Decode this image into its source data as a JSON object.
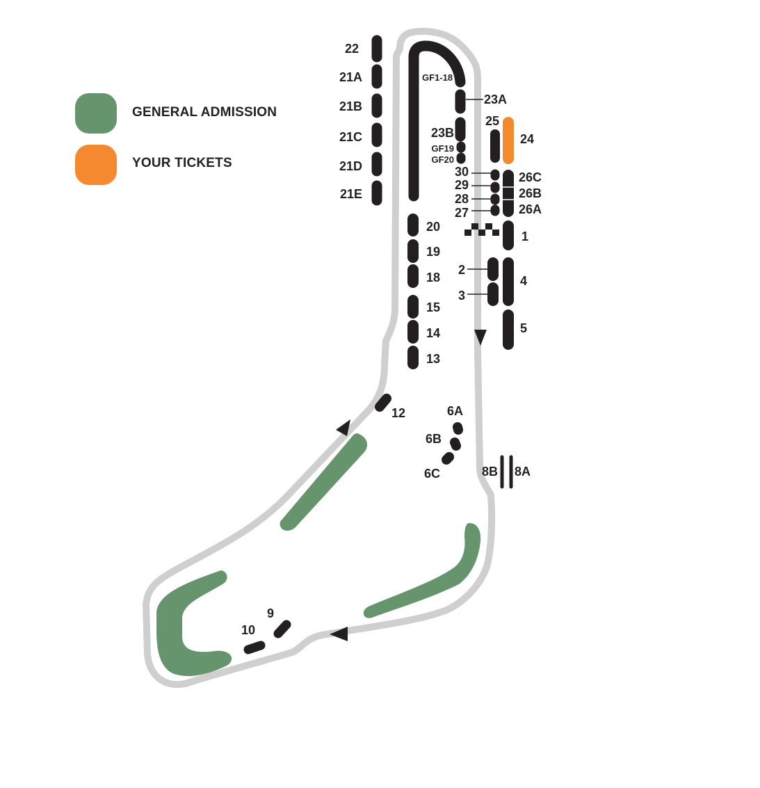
{
  "colors": {
    "general_admission": "#66946c",
    "your_tickets": "#f5892f",
    "stand": "#231f20",
    "track": "#cfcfcf"
  },
  "legend": [
    {
      "label": "GENERAL ADMISSION",
      "color_key": "general_admission"
    },
    {
      "label": "YOUR TICKETS",
      "color_key": "your_tickets"
    }
  ],
  "stands": {
    "s22": "22",
    "s21a": "21A",
    "s21b": "21B",
    "s21c": "21C",
    "s21d": "21D",
    "s21e": "21E",
    "gf118": "GF1-18",
    "s23a": "23A",
    "s23b": "23B",
    "gf19": "GF19",
    "gf20": "GF20",
    "s25": "25",
    "s24": "24",
    "s30": "30",
    "s29": "29",
    "s28": "28",
    "s27": "27",
    "s26c": "26C",
    "s26b": "26B",
    "s26a": "26A",
    "s1": "1",
    "s20": "20",
    "s19": "19",
    "s18": "18",
    "s15": "15",
    "s14": "14",
    "s13": "13",
    "s2": "2",
    "s3": "3",
    "s4": "4",
    "s5": "5",
    "s12": "12",
    "s6a": "6A",
    "s6b": "6B",
    "s6c": "6C",
    "s8b": "8B",
    "s8a": "8A",
    "s9": "9",
    "s10": "10"
  }
}
